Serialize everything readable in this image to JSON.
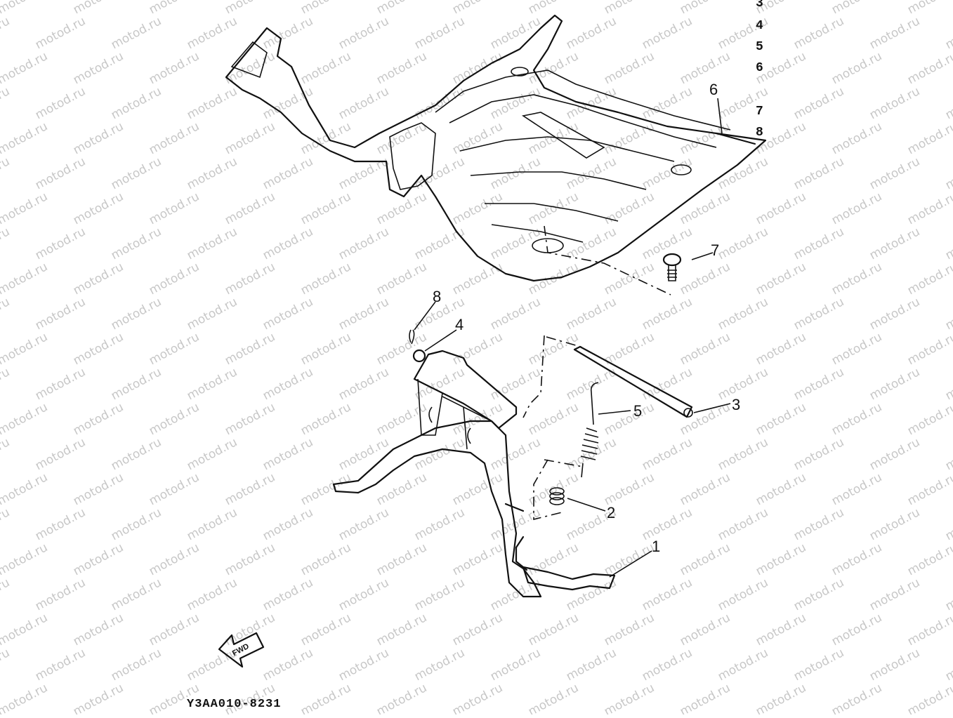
{
  "watermark": "motod.ru",
  "diagram_code": "Y3AA010-8231",
  "side_index": [
    "3",
    "4",
    "5",
    "6",
    "7",
    "8"
  ],
  "fwd_label": "FWD",
  "callouts": [
    {
      "id": "6",
      "label": "6"
    },
    {
      "id": "7",
      "label": "7"
    },
    {
      "id": "8",
      "label": "8"
    },
    {
      "id": "4",
      "label": "4"
    },
    {
      "id": "3",
      "label": "3"
    },
    {
      "id": "5",
      "label": "5"
    },
    {
      "id": "2",
      "label": "2"
    },
    {
      "id": "1",
      "label": "1"
    }
  ]
}
